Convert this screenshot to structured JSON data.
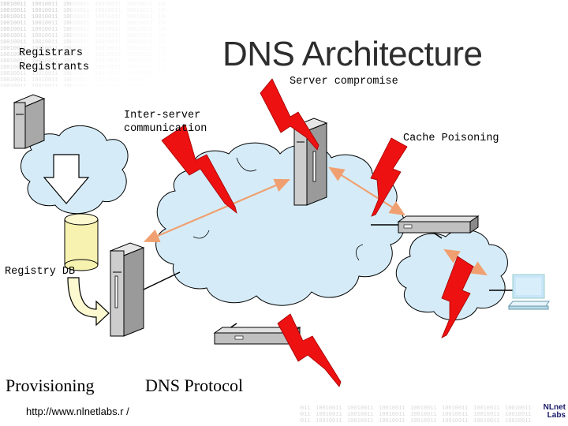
{
  "title": "DNS Architecture",
  "labels": {
    "registrars": "Registrars",
    "registrants": "Registrants",
    "server_compromise": "Server compromise",
    "inter_server": "Inter-server",
    "communication": "communication",
    "cache_poisoning": "Cache Poisoning",
    "registry_db": "Registry DB",
    "provisioning": "Provisioning",
    "dns_protocol": "DNS Protocol"
  },
  "footer": {
    "url": "http://www.nlnetlabs.r /",
    "logo_line1": "NLnet",
    "logo_line2": "Labs"
  },
  "colors": {
    "cloud": "#d5ecf8",
    "threat": "#ee1111",
    "arrow": "#f0a070",
    "server": "#c8c8c8",
    "db": "#f8f2b0",
    "workstation_screen": "#c8e6f8"
  }
}
